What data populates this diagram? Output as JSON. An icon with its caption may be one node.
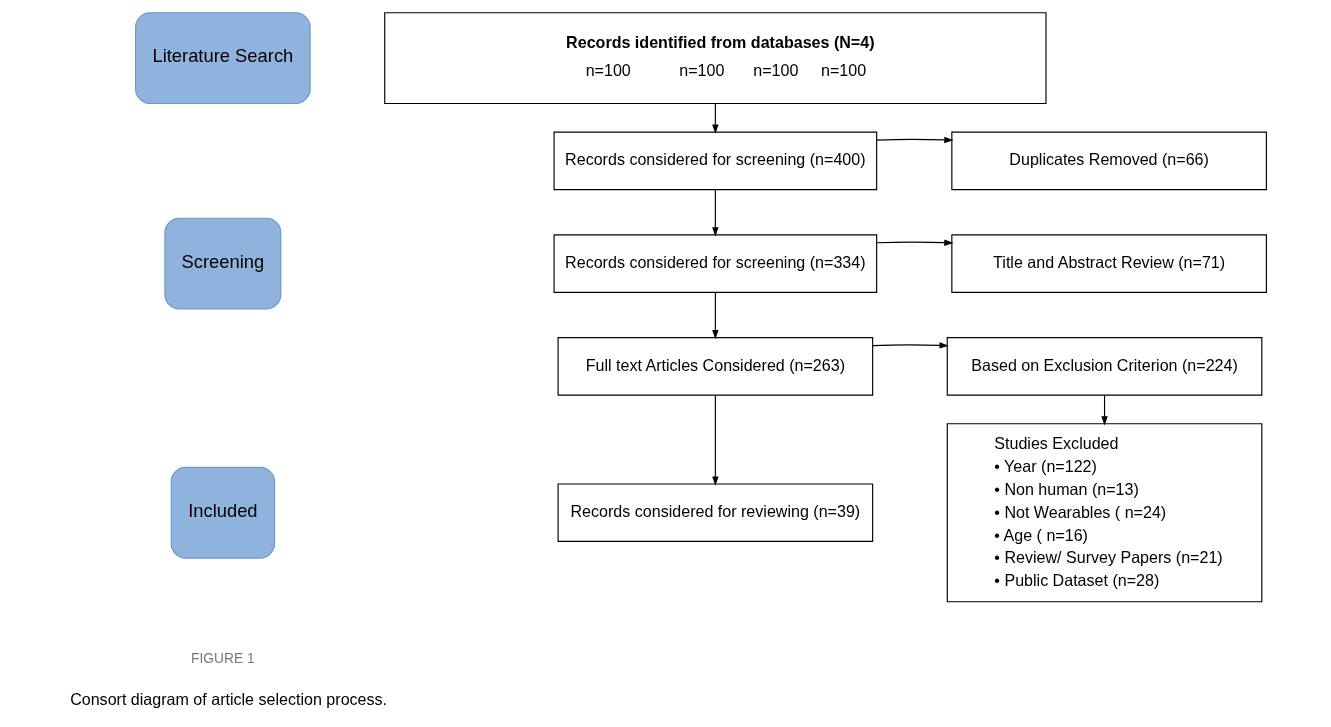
{
  "diagram": {
    "caption": "Consort diagram of article selection process.",
    "nodes": [
      {
        "text": [
          "Literature Search"
        ]
      },
      {
        "text": [
          "Screening"
        ]
      },
      {
        "text": [
          "Included"
        ]
      },
      {
        "text": [
          "Records identified from databases (N=4)",
          "n=100",
          "n=100",
          "n=100",
          "n=100"
        ]
      },
      {
        "text": [
          "Records considered for screening (n=400)"
        ]
      },
      {
        "text": [
          "Duplicates Removed (n=66)"
        ]
      },
      {
        "text": [
          "Records considered for screening (n=334)"
        ]
      },
      {
        "text": [
          "Title and Abstract Review (n=71)"
        ]
      },
      {
        "text": [
          "Full text Articles Considered (n=263)"
        ]
      },
      {
        "text": [
          "Based on Exclusion Criterion (n=224)"
        ]
      },
      {
        "text": [
          "Records considered for reviewing (n=39)"
        ]
      },
      {
        "text": [
          "Studies Excluded",
          "• Year (n=122)",
          "• Non human (n=13)",
          "• Not Wearables ( n=24)",
          "• Age ( n=16)",
          "• Review/ Survey Papers (n=21)",
          "• Public Dataset (n=28)"
        ]
      }
    ],
    "edges": [
      {
        "from": 3,
        "to": 4,
        "arrow": "to"
      },
      {
        "from": 4,
        "to": 5,
        "arrow": "to"
      },
      {
        "from": 4,
        "to": 6,
        "arrow": "to"
      },
      {
        "from": 6,
        "to": 7,
        "arrow": "to"
      },
      {
        "from": 6,
        "to": 8,
        "arrow": "to"
      },
      {
        "from": 8,
        "to": 9,
        "arrow": "to"
      },
      {
        "from": 8,
        "to": 10,
        "arrow": "to"
      },
      {
        "from": 9,
        "to": 11,
        "arrow": "to"
      }
    ],
    "labels": [
      "FIGURE 1"
    ]
  }
}
